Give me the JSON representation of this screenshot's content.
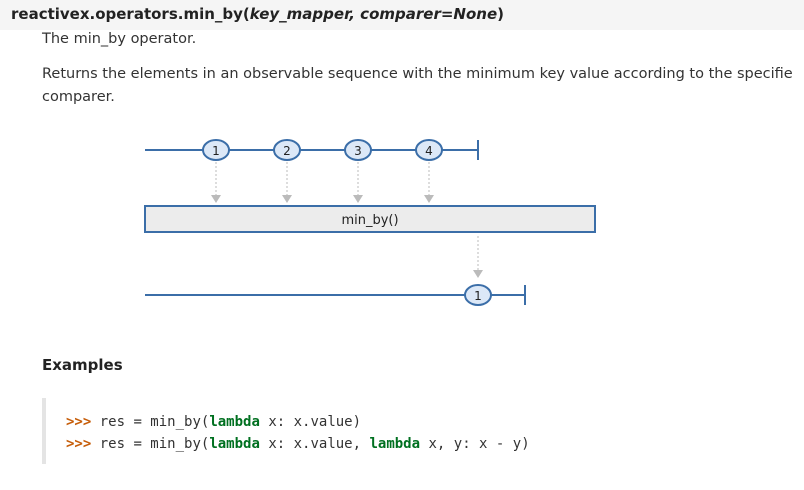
{
  "signature": {
    "prefix": "reactivex.operators.min_by(",
    "params": "key_mapper, comparer=None",
    "suffix": ")"
  },
  "summary": "The min_by operator.",
  "description_line1": "Returns the elements in an observable sequence with the minimum key value according to the specifie",
  "description_line2": "comparer.",
  "diagram": {
    "input_marbles": [
      "1",
      "2",
      "3",
      "4"
    ],
    "operator_label": "min_by()",
    "output_marbles": [
      "1"
    ]
  },
  "examples_heading": "Examples",
  "examples": [
    {
      "prompt": ">>>",
      "pre": " res = min_by(",
      "kw1": "lambda",
      "mid": " x: x.value)",
      "kw2": "",
      "post": ""
    },
    {
      "prompt": ">>>",
      "pre": " res = min_by(",
      "kw1": "lambda",
      "mid": " x: x.value, ",
      "kw2": "lambda",
      "post": " x, y: x - y)"
    }
  ],
  "colors": {
    "timeline": "#3b6ea8",
    "marble_fill": "#dce8f7",
    "operator_box_fill": "#ececec",
    "prompt": "#c65d09",
    "keyword": "#007020"
  }
}
